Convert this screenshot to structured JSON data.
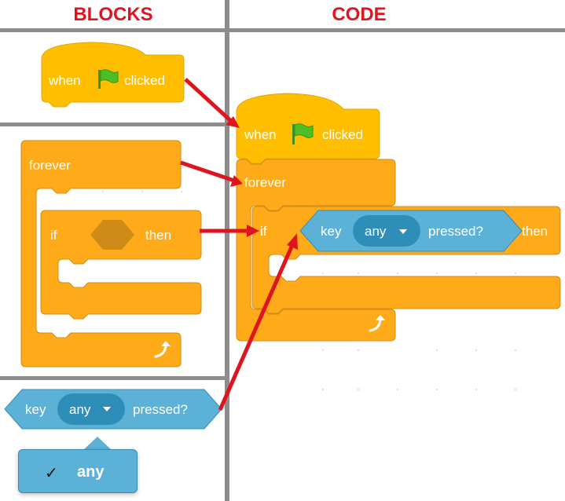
{
  "headers": {
    "blocks": "BLOCKS",
    "code": "CODE"
  },
  "palette": {
    "when_flag": {
      "when": "when",
      "clicked": "clicked"
    },
    "forever": "forever",
    "if_then": {
      "if": "if",
      "then": "then"
    },
    "key_pressed": {
      "key": "key",
      "option": "any",
      "pressed": "pressed?"
    },
    "dropdown_menu": {
      "checkmark": "✓",
      "selected_option": "any"
    }
  },
  "code": {
    "when_flag": {
      "when": "when",
      "clicked": "clicked"
    },
    "forever": "forever",
    "if_then": {
      "if": "if",
      "then": "then"
    },
    "key_pressed": {
      "key": "key",
      "option": "any",
      "pressed": "pressed?"
    }
  },
  "colors": {
    "event_block": "#ffbf00",
    "control_block": "#ffab19",
    "sensing_block": "#5cb1d6",
    "sensing_dark": "#2e8eb8",
    "header_text": "#e0141e",
    "arrow": "#e0141e",
    "divider": "#8c8c8c"
  },
  "icons": [
    "green-flag-icon",
    "rotate-arrow-icon",
    "dropdown-caret-icon",
    "checkmark-icon"
  ]
}
